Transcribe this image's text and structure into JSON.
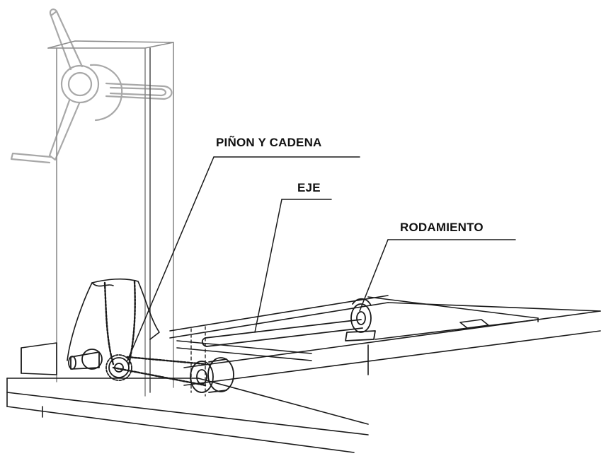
{
  "labels": {
    "pinion_cadena": "PIÑON Y CADENA",
    "eje": "EJE",
    "rodamiento": "RODAMIENTO"
  },
  "colors": {
    "line": "#1a1a1a",
    "faded_line": "#9a9a9a",
    "background": "#ffffff"
  }
}
